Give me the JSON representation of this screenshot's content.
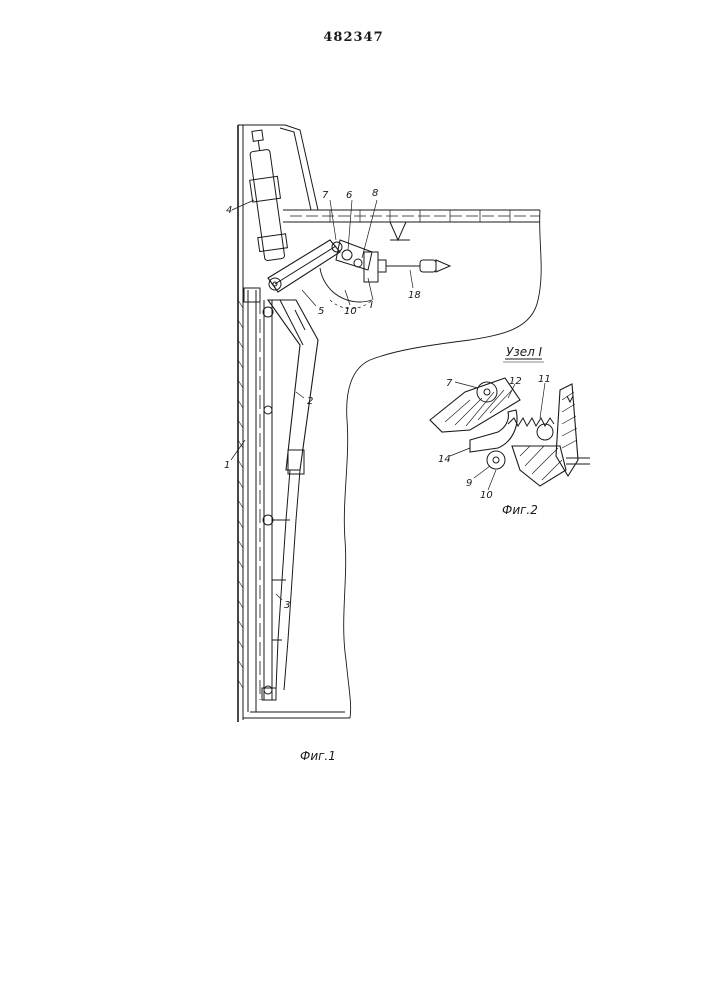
{
  "document": {
    "patent_number": "482347"
  },
  "figure1": {
    "caption": "Фиг.1",
    "labels": [
      "1",
      "2",
      "3",
      "4",
      "5",
      "6",
      "7",
      "8",
      "10",
      "I",
      "18"
    ]
  },
  "figure2": {
    "title": "Узел I",
    "caption": "Фиг.2",
    "labels": [
      "7",
      "9",
      "10",
      "11",
      "12",
      "14"
    ]
  },
  "style": {
    "ink_color": "#1a1a1a",
    "paper_color": "#ffffff"
  }
}
